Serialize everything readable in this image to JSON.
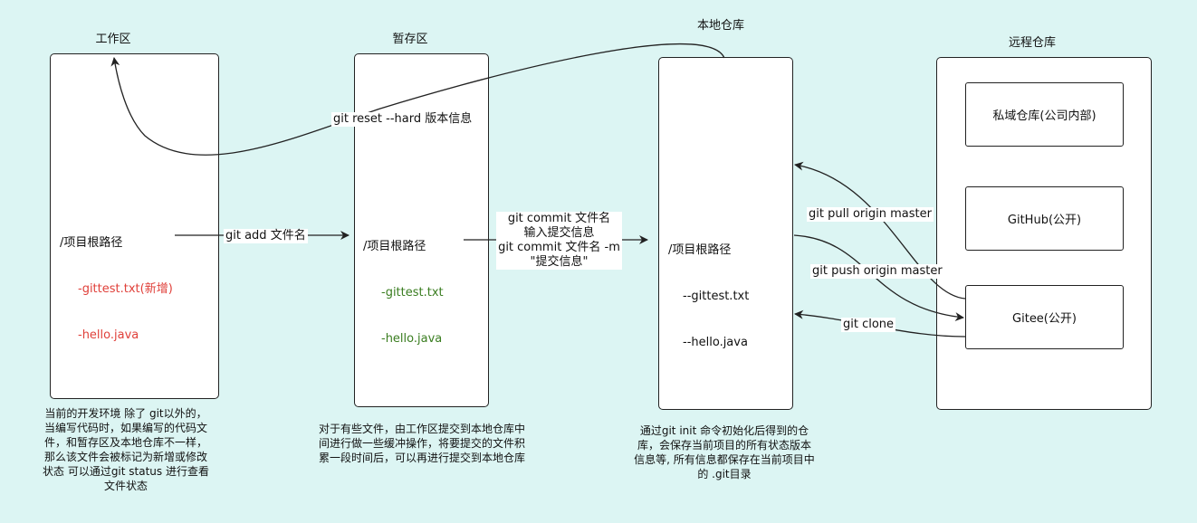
{
  "workspace": {
    "title": "工作区",
    "path_root": "/项目根路径",
    "files": [
      "-gittest.txt(新增)",
      "-hello.java"
    ],
    "note": "当前的开发环境 除了 git以外的，当编写代码时，如果编写的代码文件，和暂存区及本地仓库不一样，那么该文件会被标记为新增或修改状态  可以通过git status 进行查看文件状态"
  },
  "staging": {
    "title": "暂存区",
    "path_root": "/项目根路径",
    "files": [
      "-gittest.txt",
      "-hello.java"
    ],
    "note": "对于有些文件，由工作区提交到本地仓库中间进行做一些缓冲操作，将要提交的文件积累一段时间后，可以再进行提交到本地仓库"
  },
  "local_repo": {
    "title": "本地仓库",
    "path_root": "/项目根路径",
    "files": [
      "--gittest.txt",
      "--hello.java"
    ],
    "note": "通过git init 命令初始化后得到的仓库，会保存当前项目的所有状态版本信息等, 所有信息都保存在当前项目中的 .git目录"
  },
  "remote_repo": {
    "title": "远程仓库",
    "items": [
      "私域仓库(公司内部)",
      "GitHub(公开)",
      "Gitee(公开)"
    ]
  },
  "arrows": {
    "git_add": "git add 文件名",
    "git_commit": [
      "git commit 文件名",
      "输入提交信息",
      "git commit 文件名 -m",
      "\"提交信息\""
    ],
    "git_reset": "git reset --hard 版本信息",
    "git_pull": "git pull origin master",
    "git_push": "git push origin master",
    "git_clone": "git clone"
  },
  "colors": {
    "background": "#dcf5f3",
    "new_file": "#e0403a",
    "staged_file": "#3a7d20"
  }
}
